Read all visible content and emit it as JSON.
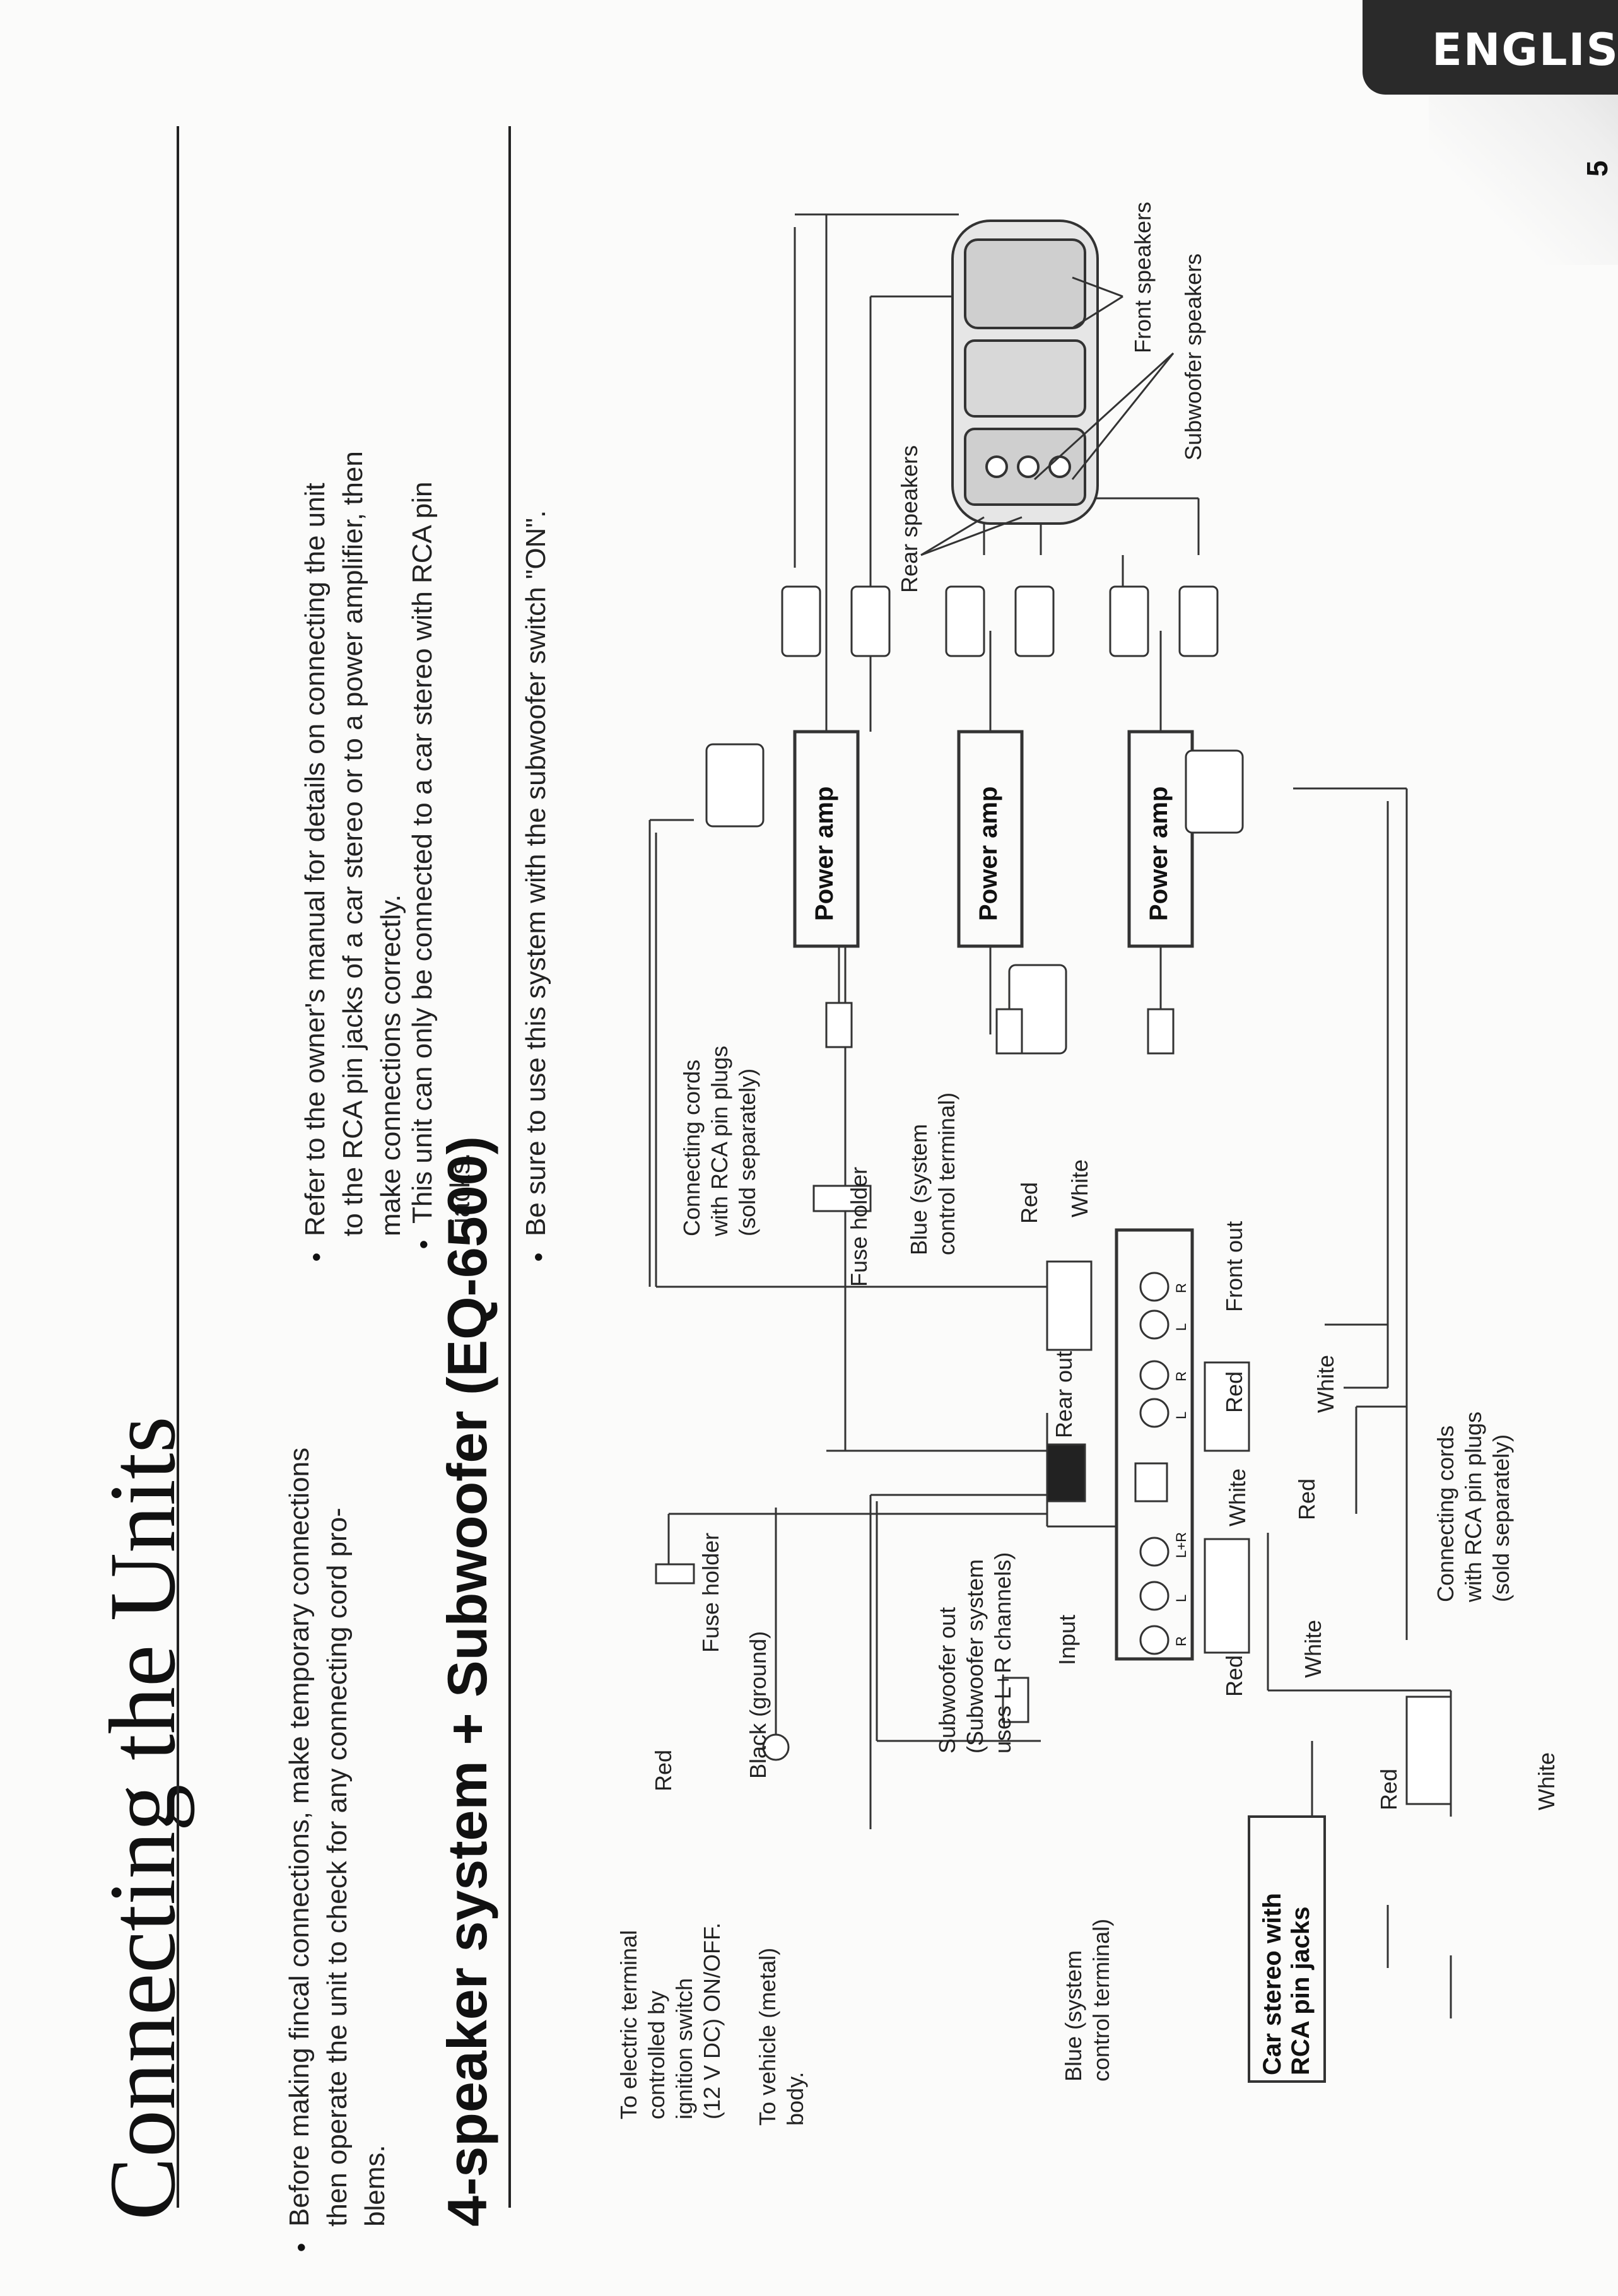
{
  "header": {
    "language": "ENGLISH",
    "page_number": "5"
  },
  "page_title": "Connecting the Units",
  "intro": {
    "bullet1_lines": [
      "Before making fincal connections, make temporary connections",
      "then operate the unit to check for any connecting cord pro-",
      "blems."
    ],
    "bullet2_lines": [
      "Refer to the owner's manual for details on connecting the unit",
      "to the RCA pin jacks of a car stereo or to a power amplifier, then",
      "make connections correctly."
    ],
    "bullet3_lines": [
      "This unit can only be connected to a car stereo with RCA pin",
      "jacks."
    ]
  },
  "section": {
    "title": "4-speaker system + Subwoofer (EQ-6500)",
    "note": "Be sure to use this system with the subwoofer switch \"ON\"."
  },
  "diagram": {
    "labels": {
      "electric_terminal": [
        "To electric terminal",
        "controlled by",
        "ignition switch",
        "(12 V DC) ON/OFF."
      ],
      "vehicle_body": [
        "To vehicle (metal)",
        "body."
      ],
      "red": "Red",
      "fuse_holder": "Fuse holder",
      "black_ground": "Black (ground)",
      "blue_system": [
        "Blue (system",
        "control terminal)"
      ],
      "car_stereo": [
        "Car stereo with",
        "RCA pin jacks"
      ],
      "white": "White",
      "subwoofer_out": [
        "Subwoofer out",
        "(Subwoofer system",
        "uses L+R channels)"
      ],
      "input": "Input",
      "rear_out": "Rear out",
      "front_out": "Front out",
      "connecting_cords": [
        "Connecting cords",
        "with RCA pin plugs",
        "(sold separately)"
      ],
      "power_amp": "Power amp",
      "rear_speakers": "Rear speakers",
      "front_speakers": "Front speakers",
      "subwoofer_speakers": "Subwoofer speakers",
      "jack_R": "R",
      "jack_L": "L",
      "jack_LR": "L+R"
    }
  }
}
